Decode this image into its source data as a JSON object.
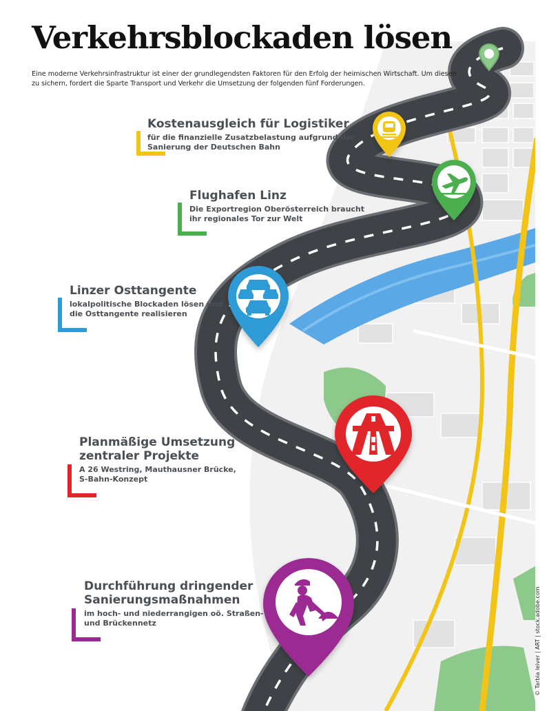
{
  "title": "Verkehrsblockaden lösen",
  "intro": "Eine moderne Verkehrsinfrastruktur ist einer der grundlegendsten Faktoren für den Erfolg der heimischen Wirtschaft. Um diesen zu sichern, fordert die Sparte Transport und Verkehr die Umsetzung der folgenden fünf Forderungen.",
  "colors": {
    "yellow": "#f2c418",
    "green": "#4bae4f",
    "blue": "#2f9bd6",
    "red": "#e0262b",
    "purple": "#9b2b92",
    "road": "#3f4347",
    "water": "#5aa9e6",
    "park": "#8cc98a"
  },
  "items": [
    {
      "title": "Kostenausgleich für Logistiker",
      "text": "für die finanzielle Zusatzbelastung aufgrund der Sanierung der Deutschen Bahn",
      "icon": "train-icon"
    },
    {
      "title": "Flughafen Linz",
      "text": "Die Exportregion Oberösterreich braucht ihr regionales Tor zur Welt",
      "icon": "airplane-icon"
    },
    {
      "title": "Linzer Osttangente",
      "text": "lokalpolitische Blockaden lösen und die Osttangente realisieren",
      "icon": "cars-icon"
    },
    {
      "title": "Planmäßige Umsetzung zentraler Projekte",
      "text": "A 26 Westring, Mauthausner Brücke, S-Bahn-Konzept",
      "icon": "motorway-icon"
    },
    {
      "title": "Durchführung dringender Sanierungsmaßnahmen",
      "text": "im hoch- und niederrangigen oö. Straßen- und Brückennetz",
      "icon": "road-worker-icon"
    }
  ],
  "credit": "© Tarbia leiver | ART | stock.adobe.com"
}
